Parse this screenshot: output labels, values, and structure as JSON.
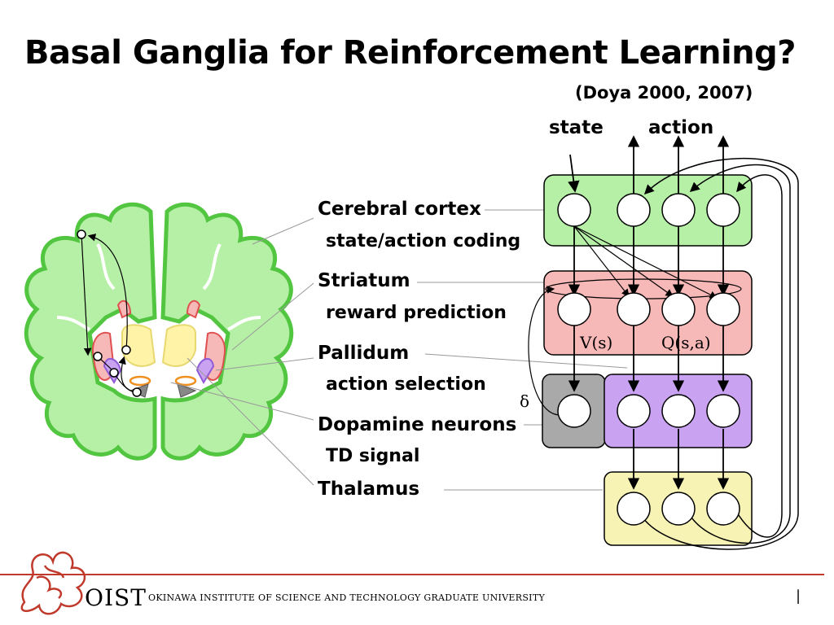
{
  "slide": {
    "title": "Basal Ganglia for Reinforcement Learning?",
    "citation": "(Doya 2000, 2007)",
    "page_number": "|"
  },
  "labels": {
    "cortex": "Cerebral cortex",
    "cortex_sub": "state/action coding",
    "striatum": "Striatum",
    "striatum_sub": "reward prediction",
    "pallidum": "Pallidum",
    "pallidum_sub": "action selection",
    "dopamine": "Dopamine neurons",
    "dopamine_sub": "TD signal",
    "thalamus": "Thalamus"
  },
  "network": {
    "state": "state",
    "action": "action",
    "value_label": "V(s)",
    "q_label": "Q(s,a)",
    "delta": "δ"
  },
  "footer": {
    "org_short": "OIST",
    "org_full": "OKINAWA INSTITUTE OF SCIENCE AND TECHNOLOGY GRADUATE UNIVERSITY"
  },
  "colors": {
    "cortex": "#b6f0a6",
    "striatum": "#f7b8b8",
    "pallidum": "#c9a2f2",
    "dopamine": "#a9a9a9",
    "thalamus": "#f7f3b4",
    "footer_line": "#c0392b"
  }
}
